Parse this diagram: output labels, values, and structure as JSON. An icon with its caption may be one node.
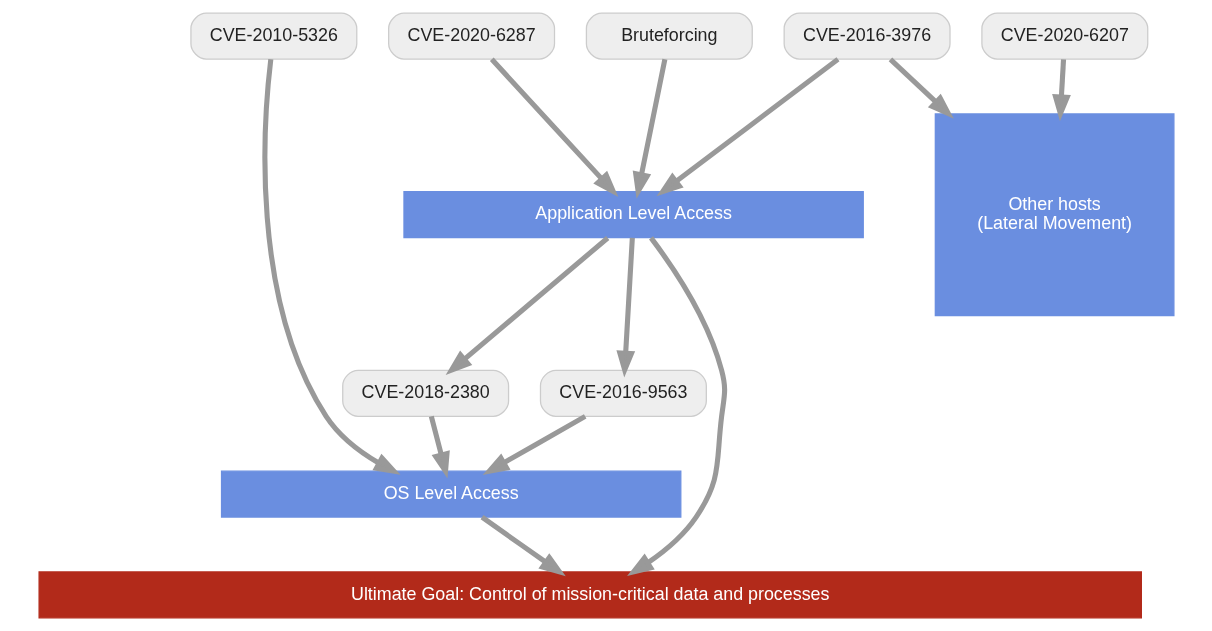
{
  "diagram": {
    "nodes": [
      {
        "text": [
          "CVE-2010-5326"
        ]
      },
      {
        "text": [
          "CVE-2020-6287"
        ]
      },
      {
        "text": [
          "Bruteforcing"
        ]
      },
      {
        "text": [
          "CVE-2016-3976"
        ]
      },
      {
        "text": [
          "CVE-2020-6207"
        ]
      },
      {
        "text": [
          "Application Level Access"
        ]
      },
      {
        "text": [
          "Other hosts",
          "(Lateral Movement)"
        ]
      },
      {
        "text": [
          "CVE-2018-2380"
        ]
      },
      {
        "text": [
          "CVE-2016-9563"
        ]
      },
      {
        "text": [
          "OS Level Access"
        ]
      },
      {
        "text": [
          "Ultimate Goal: Control of mission-critical data and processes"
        ]
      }
    ],
    "edges": [
      {
        "from": 0,
        "to": 9,
        "arrow": "to"
      },
      {
        "from": 1,
        "to": 5,
        "arrow": "to"
      },
      {
        "from": 2,
        "to": 5,
        "arrow": "to"
      },
      {
        "from": 3,
        "to": 5,
        "arrow": "to"
      },
      {
        "from": 3,
        "to": 6,
        "arrow": "to"
      },
      {
        "from": 4,
        "to": 6,
        "arrow": "to"
      },
      {
        "from": 5,
        "to": 7,
        "arrow": "to"
      },
      {
        "from": 5,
        "to": 8,
        "arrow": "to"
      },
      {
        "from": 7,
        "to": 9,
        "arrow": "to"
      },
      {
        "from": 8,
        "to": 9,
        "arrow": "to"
      },
      {
        "from": 5,
        "to": 10,
        "arrow": "to"
      },
      {
        "from": 9,
        "to": 10,
        "arrow": "to"
      }
    ]
  }
}
